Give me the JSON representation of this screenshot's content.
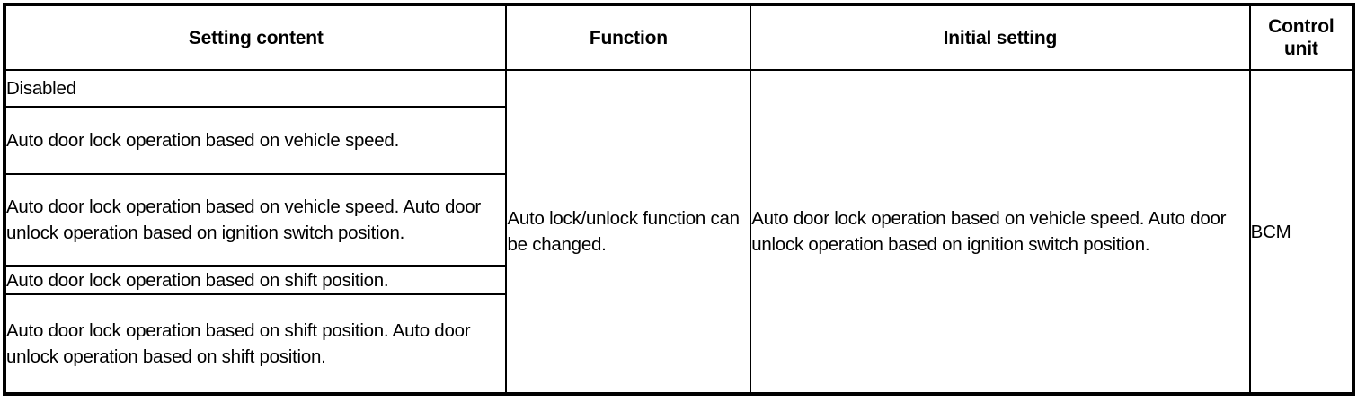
{
  "table": {
    "columns": [
      {
        "key": "setting_content",
        "label": "Setting content"
      },
      {
        "key": "function",
        "label": "Function"
      },
      {
        "key": "initial_setting",
        "label": "Initial setting"
      },
      {
        "key": "control_unit",
        "label": "Control unit"
      }
    ],
    "setting_content_rows": [
      "Disabled",
      "Auto door lock operation based on vehicle speed.",
      "Auto door lock operation based on vehicle speed. Auto door unlock operation based on ignition switch position.",
      "Auto door lock operation based on shift position.",
      "Auto door lock operation based on shift position. Auto door unlock operation based on shift position."
    ],
    "function_value": "Auto lock/unlock function can be changed.",
    "initial_setting_value": "Auto door lock operation based on vehicle speed. Auto door unlock operation based on ignition switch position.",
    "control_unit_value": "BCM"
  },
  "style": {
    "border_color": "#000000",
    "background_color": "#ffffff",
    "text_color": "#000000"
  }
}
